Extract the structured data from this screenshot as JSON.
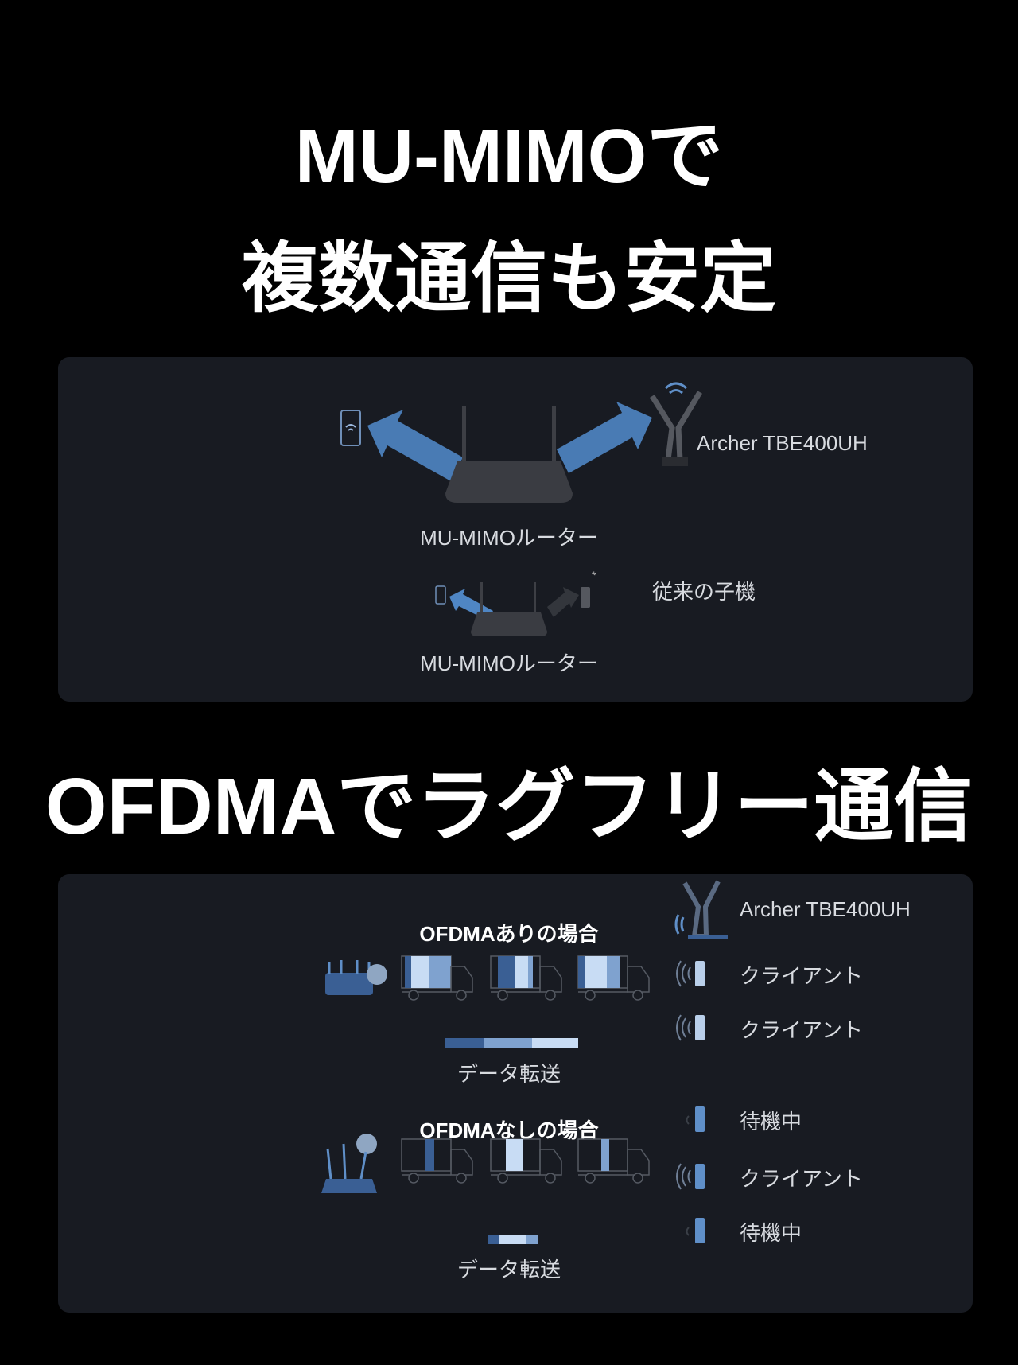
{
  "headline1": {
    "line1": "MU-MIMOで",
    "line2": "複数通信も安定"
  },
  "mumimo_panel": {
    "router_label_top": "MU-MIMOルーター",
    "adapter_label": "Archer TBE400UH",
    "legacy_label": "従来の子機",
    "router_label_bottom": "MU-MIMOルーター"
  },
  "headline2": "OFDMAでラグフリー通信",
  "ofdma_panel": {
    "with_title": "OFDMAありの場合",
    "with_transfer_label": "データ転送",
    "without_title": "OFDMAなしの場合",
    "without_transfer_label": "データ転送",
    "clients": [
      {
        "label": "Archer TBE400UH",
        "state": "active"
      },
      {
        "label": "クライアント",
        "state": "active"
      },
      {
        "label": "クライアント",
        "state": "active"
      },
      {
        "label": "待機中",
        "state": "idle"
      },
      {
        "label": "クライアント",
        "state": "active"
      },
      {
        "label": "待機中",
        "state": "idle"
      }
    ]
  },
  "colors": {
    "background": "#000000",
    "panel": "#181b22",
    "accent_blue": "#5f8fc8",
    "light_blue": "#c8dcf4",
    "dark_blue": "#3a5f94"
  }
}
